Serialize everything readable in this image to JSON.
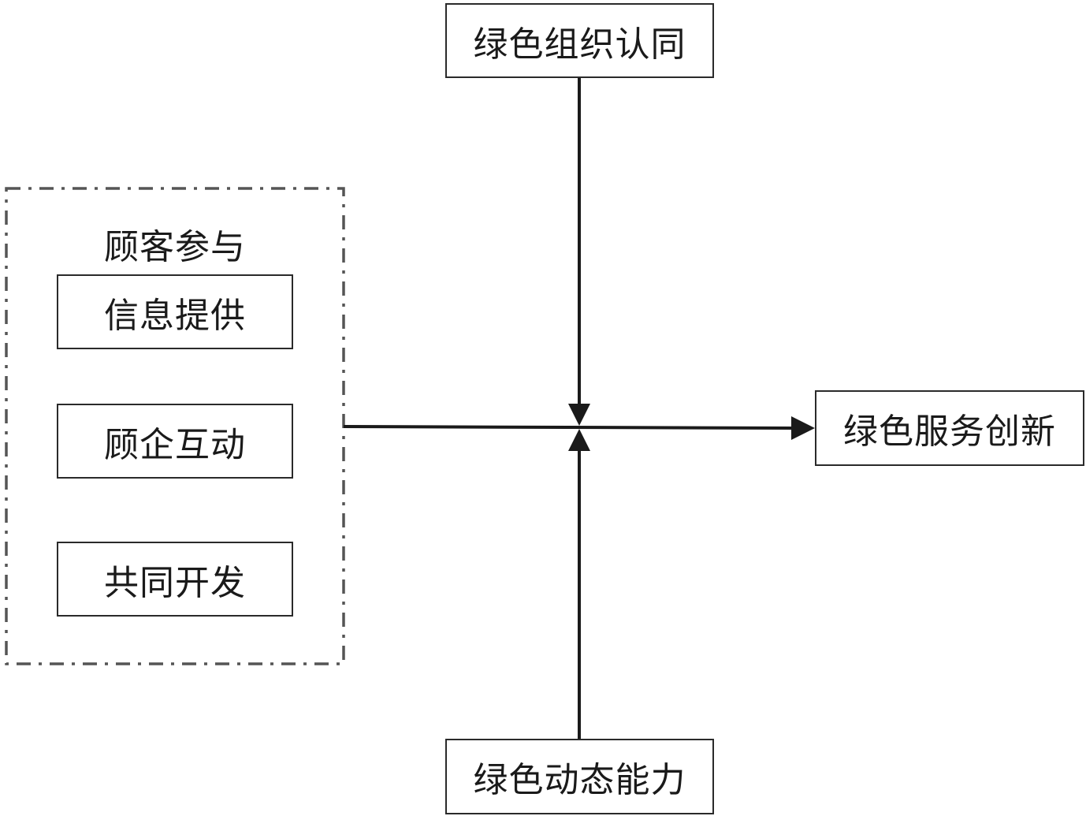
{
  "nodes": {
    "moderator_top": "绿色组织认同",
    "moderator_bottom": "绿色动态能力",
    "outcome": "绿色服务创新",
    "group": {
      "title": "顾客参与",
      "items": [
        "信息提供",
        "顾企互动",
        "共同开发"
      ]
    }
  },
  "colors": {
    "line": "#1a1a1a",
    "border": "#2a2a2a",
    "group_border": "#555555"
  }
}
